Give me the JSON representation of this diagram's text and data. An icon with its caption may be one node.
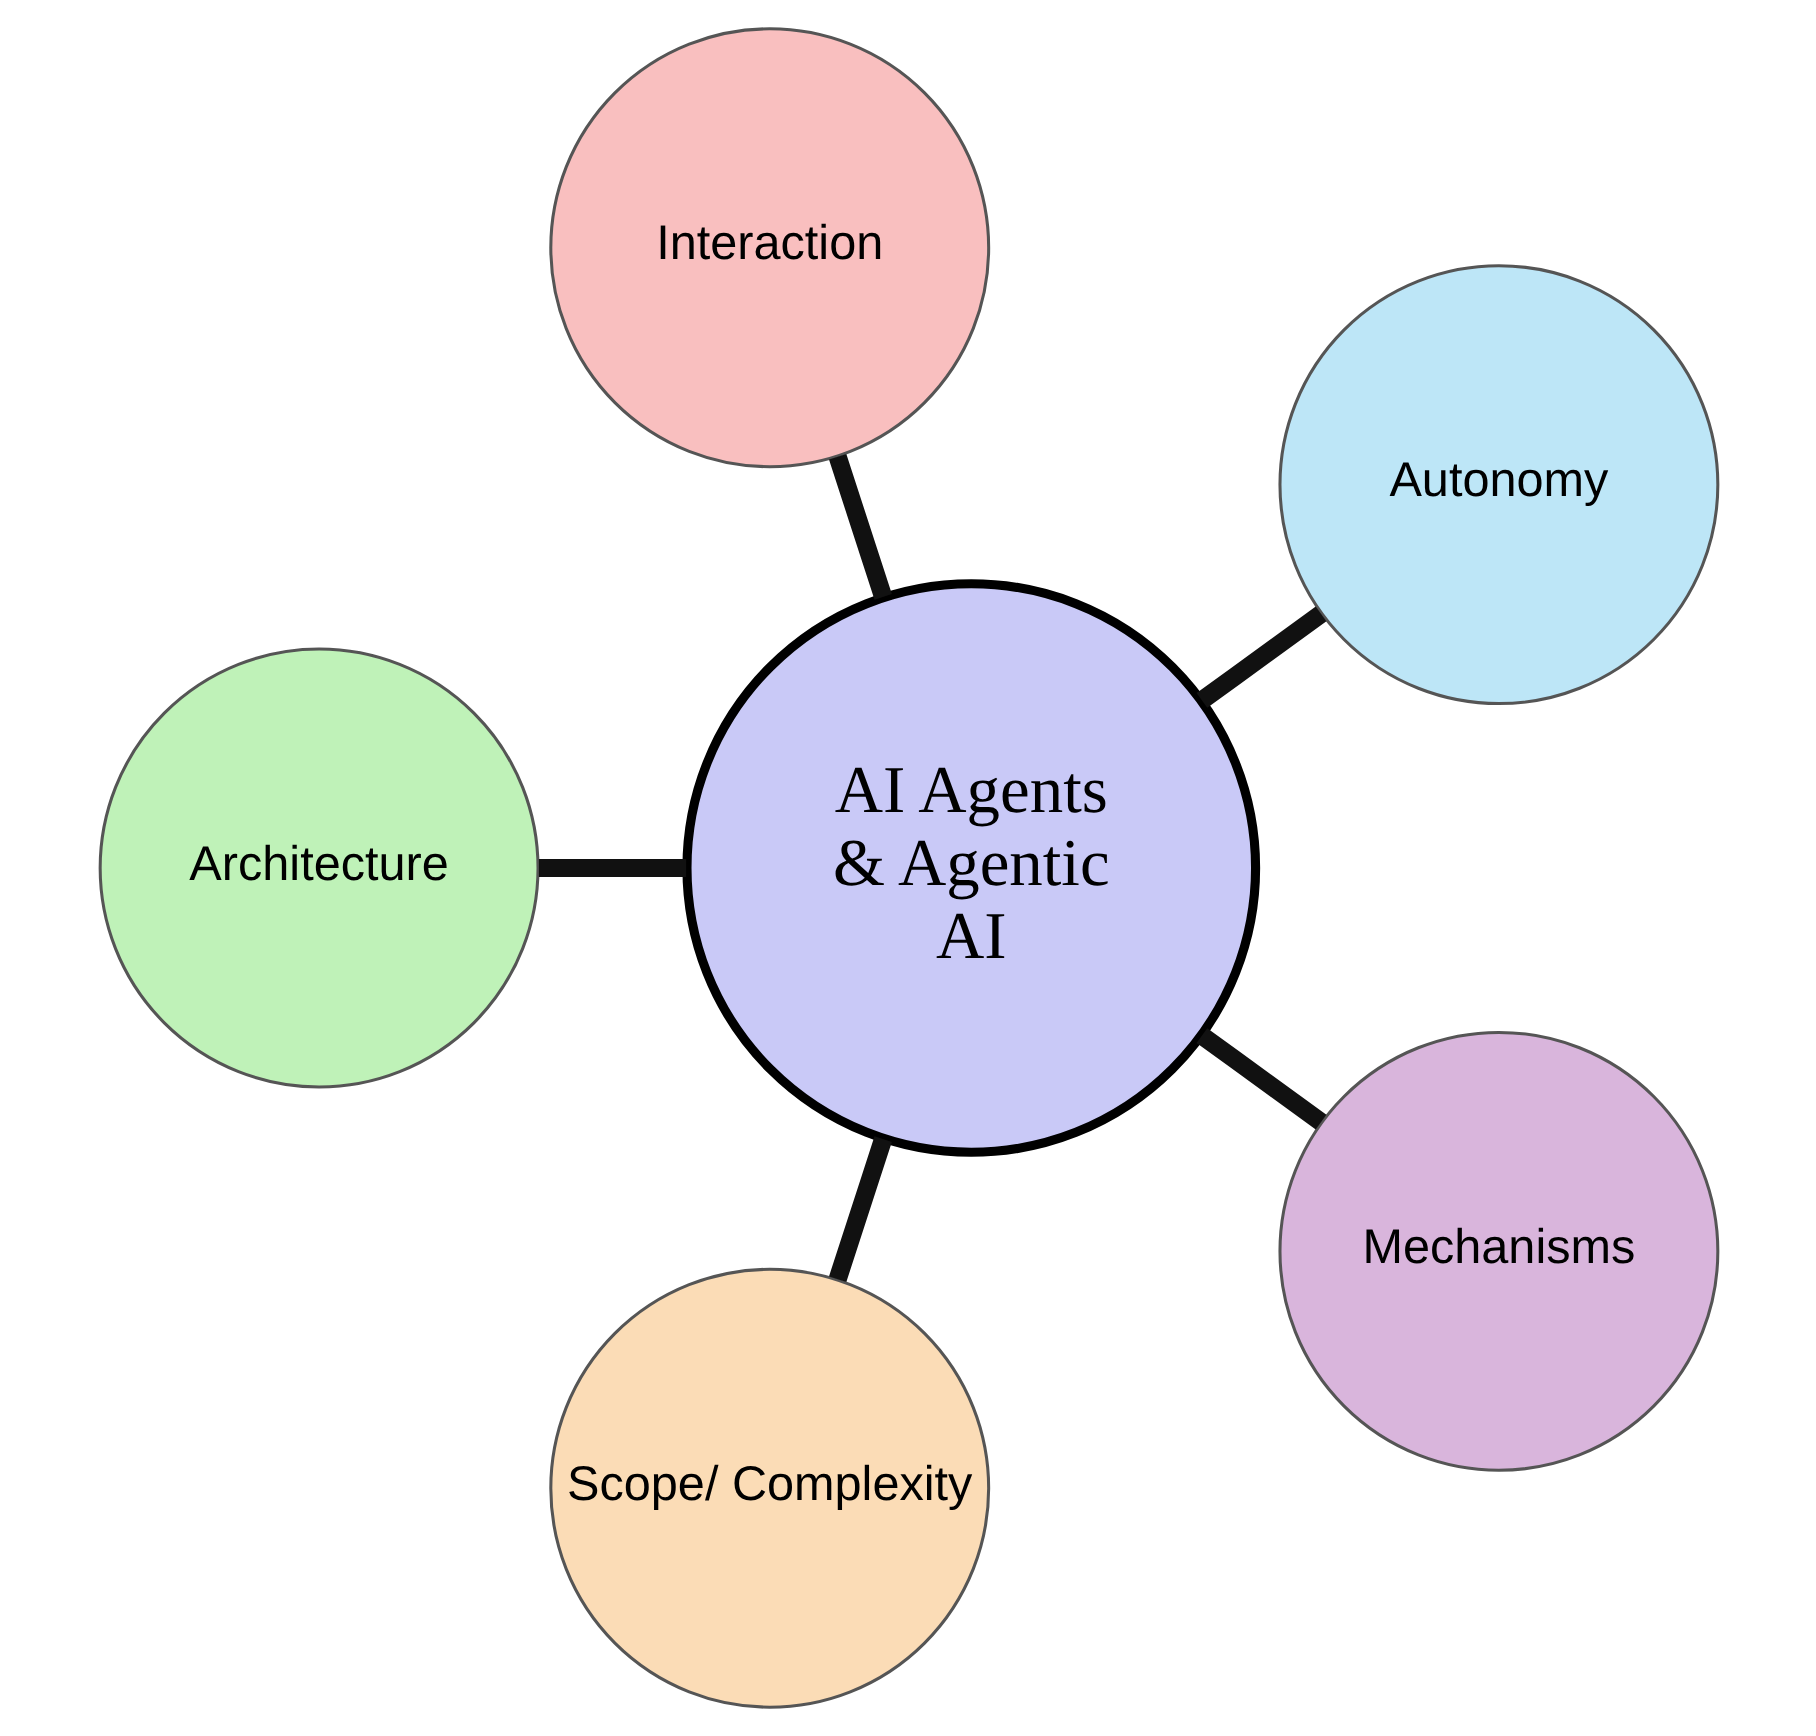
{
  "diagram": {
    "nodes": [
      {
        "text": [
          "Autonomy"
        ]
      },
      {
        "text": [
          "Interaction"
        ]
      },
      {
        "text": [
          "AI Agents & Agentic AI"
        ]
      },
      {
        "text": [
          "Architecture"
        ]
      },
      {
        "text": [
          "Scope/ Complexity"
        ]
      },
      {
        "text": [
          "Mechanisms"
        ]
      }
    ],
    "edges": [
      {
        "from": 2,
        "to": 0,
        "arrow": "none"
      },
      {
        "from": 2,
        "to": 3,
        "arrow": "none"
      },
      {
        "from": 2,
        "to": 5,
        "arrow": "none"
      },
      {
        "from": 2,
        "to": 4,
        "arrow": "none"
      },
      {
        "from": 2,
        "to": 1,
        "arrow": "none"
      }
    ]
  }
}
